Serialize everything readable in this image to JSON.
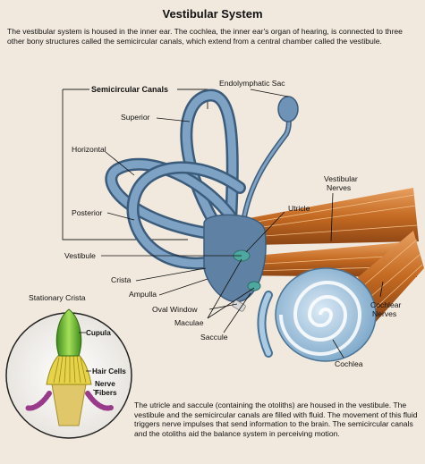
{
  "title": "Vestibular System",
  "intro": "The vestibular system is housed in the inner ear. The cochlea, the inner ear's organ of hearing, is connected to three other bony structures called the semicircular canals, which extend from a central chamber called the vestibule.",
  "footer": "The utricle and saccule (containing the otoliths) are housed in the vestibule. The vestibule and the semicircular canals are filled with fluid. The movement of this fluid triggers nerve impulses that send information to the brain. The semicircular canals and the otoliths aid the balance system in perceiving motion.",
  "labels": {
    "semicircular_canals": "Semicircular Canals",
    "endolymphatic_sac": "Endolymphatic Sac",
    "superior": "Superior",
    "horizontal": "Horizontal",
    "posterior": "Posterior",
    "vestibule": "Vestibule",
    "crista": "Crista",
    "ampulla": "Ampulla",
    "oval_window": "Oval Window",
    "maculae": "Maculae",
    "saccule": "Saccule",
    "utricle": "Utricle",
    "vestibular_nerves_1": "Vestibular",
    "vestibular_nerves_2": "Nerves",
    "cochlear_nerves_1": "Cochlear",
    "cochlear_nerves_2": "Nerves",
    "cochlea": "Cochlea"
  },
  "inset": {
    "title": "Stationary Crista",
    "cupula": "Cupula",
    "hair_cells": "Hair Cells",
    "nerve_fibers_1": "Nerve",
    "nerve_fibers_2": "Fibers"
  },
  "colors": {
    "background": "#f2e9de",
    "canal": "#5b7a99",
    "nerve": "#c9772e",
    "cochlea": "#8fb8d6",
    "cupula": "#7fbf3a",
    "hair_cells": "#e6d34a",
    "nerve_fibers": "#9a3a8a"
  }
}
